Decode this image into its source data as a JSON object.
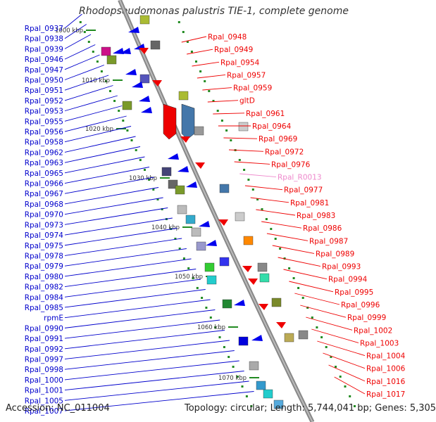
{
  "title": "Rhodopseudomonas palustris TIE-1, complete genome",
  "accession": "Accession: NC_011004",
  "summary": "Topology: circular; Length: 5,744,041 bp; Genes: 5,305",
  "colors": {
    "left_label": "#0000cc",
    "right_label": "#ee0000",
    "rna_label": "#ee88cc",
    "backbone": "#888888",
    "tick": "#228b22"
  },
  "scale_ticks": [
    {
      "label": "1000 kbp"
    },
    {
      "label": "1010 kbp"
    },
    {
      "label": "1020 kbp"
    },
    {
      "label": "1030 kbp"
    },
    {
      "label": "1040 kbp"
    },
    {
      "label": "1050 kbp"
    },
    {
      "label": "1060 kbp"
    },
    {
      "label": "1070 kbp"
    }
  ],
  "left_labels": [
    "Rpal_0937",
    "Rpal_0938",
    "Rpal_0939",
    "Rpal_0946",
    "Rpal_0947",
    "Rpal_0950",
    "Rpal_0951",
    "Rpal_0952",
    "Rpal_0953",
    "Rpal_0955",
    "Rpal_0956",
    "Rpal_0958",
    "Rpal_0962",
    "Rpal_0963",
    "Rpal_0965",
    "Rpal_0966",
    "Rpal_0967",
    "Rpal_0968",
    "Rpal_0970",
    "Rpal_0973",
    "Rpal_0974",
    "Rpal_0975",
    "Rpal_0978",
    "Rpal_0979",
    "Rpal_0980",
    "Rpal_0982",
    "Rpal_0984",
    "Rpal_0985",
    "rpmE",
    "Rpal_0990",
    "Rpal_0991",
    "Rpal_0992",
    "Rpal_0997",
    "Rpal_0998",
    "Rpal_1000",
    "Rpal_1001",
    "Rpal_1005",
    "Rpal_1007"
  ],
  "right_labels": [
    "Rpal_0948",
    "Rpal_0949",
    "Rpal_0954",
    "Rpal_0957",
    "Rpal_0959",
    "gltD",
    "Rpal_0961",
    "Rpal_0964",
    "Rpal_0969",
    "Rpal_0972",
    "Rpal_0976",
    "Rpal_R0013",
    "Rpal_0977",
    "Rpal_0981",
    "Rpal_0983",
    "Rpal_0986",
    "Rpal_0987",
    "Rpal_0989",
    "Rpal_0993",
    "Rpal_0994",
    "Rpal_0995",
    "Rpal_0996",
    "Rpal_0999",
    "Rpal_1002",
    "Rpal_1003",
    "Rpal_1004",
    "Rpal_1006",
    "Rpal_1016",
    "Rpal_1017"
  ]
}
